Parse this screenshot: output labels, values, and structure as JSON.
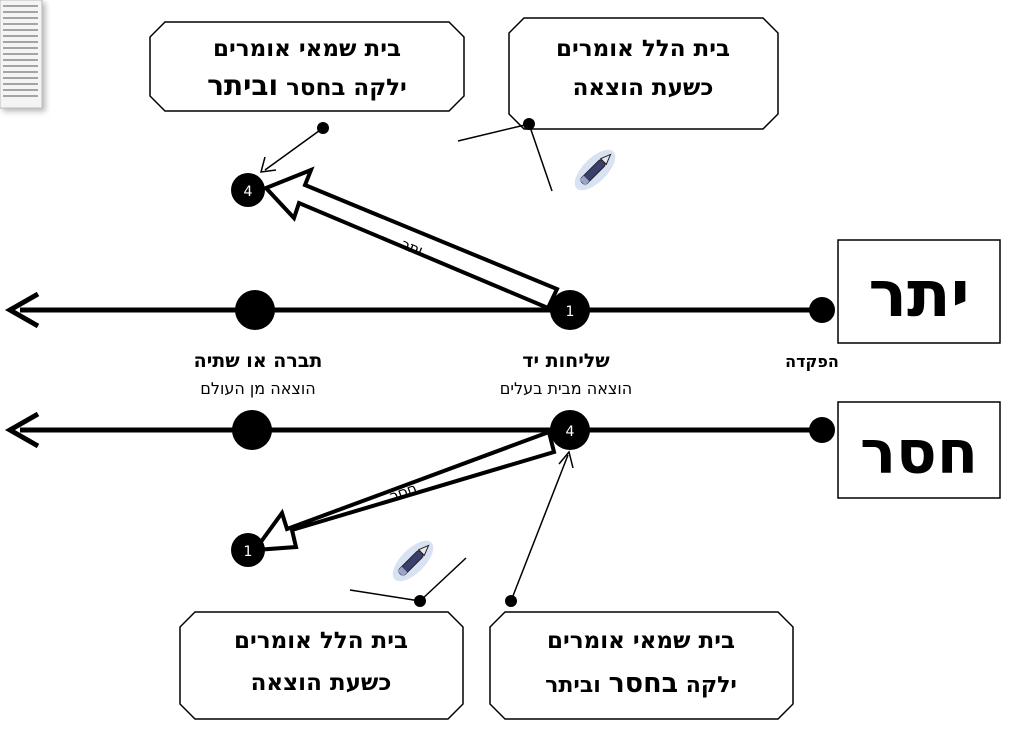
{
  "labels": {
    "yeter": "יתר",
    "chaser": "חסר",
    "hafkada": "הפקדה",
    "shlichut_yad": "שליחות יד",
    "shlichut_yad_sub": "הוצאה מבית בעלים",
    "tavara": "תברה או שתיה",
    "tavara_sub": "הוצאה מן העולם",
    "arrow_top_text": "יתר",
    "arrow_bottom_text": "חסר"
  },
  "markers": {
    "top_end": "4",
    "top_mid": "1",
    "bottom_mid": "4",
    "bottom_end": "1"
  },
  "callouts": {
    "top_left": {
      "line1": "בית שמאי אומרים",
      "line2_a": "ילקה בחסר ",
      "line2_b": "וביתר"
    },
    "top_right": {
      "line1": "בית הלל אומרים",
      "line2": "כשעת הוצאה"
    },
    "bottom_left": {
      "line1": "בית הלל אומרים",
      "line2": "כשעת הוצאה"
    },
    "bottom_right": {
      "line1": "בית שמאי אומרים",
      "line2_a": "ילקה ",
      "line2_b": "בחסר",
      "line2_c": " וביתר"
    }
  }
}
